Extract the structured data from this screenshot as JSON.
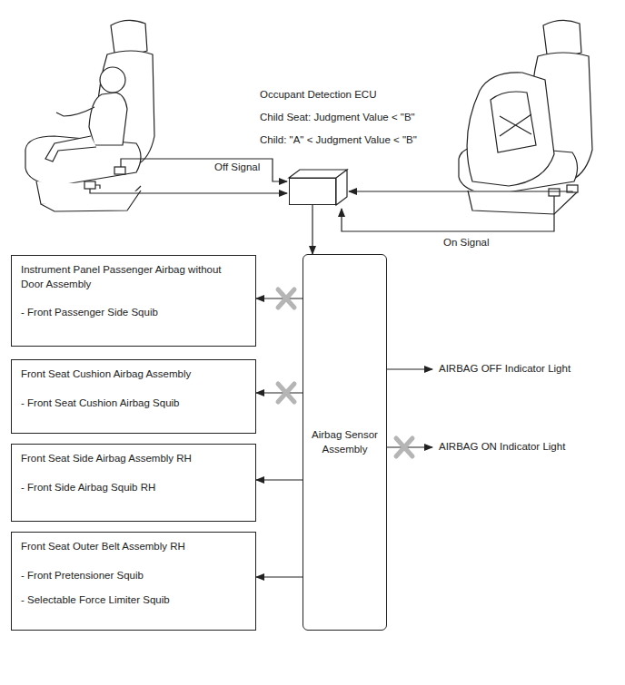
{
  "diagram": {
    "nodes": [
      {
        "text": [
          "Occupant Detection ECU",
          "Child Seat: Judgment Value < \"B\"",
          "Child: \"A\" < Judgment Value < \"B\""
        ]
      },
      {
        "text": [
          "Airbag Sensor Assembly"
        ]
      },
      {
        "text": [
          "Instrument Panel Passenger Airbag without Door Assembly",
          "- Front Passenger Side Squib"
        ]
      },
      {
        "text": [
          "Front Seat Cushion Airbag Assembly",
          "- Front Seat Cushion Airbag Squib"
        ]
      },
      {
        "text": [
          "Front Seat Side Airbag Assembly RH",
          "- Front Side Airbag Squib RH"
        ]
      },
      {
        "text": [
          "Front Seat Outer Belt Assembly RH",
          "- Front Pretensioner Squib",
          "- Selectable Force Limiter Squib"
        ]
      }
    ],
    "edges": [
      {
        "from": 0,
        "to": 1,
        "arrow": "to"
      },
      {
        "from": 1,
        "to": 2,
        "arrow": "to"
      },
      {
        "from": 1,
        "to": 3,
        "arrow": "to"
      },
      {
        "from": 1,
        "to": 4,
        "arrow": "to"
      },
      {
        "from": 1,
        "to": 5,
        "arrow": "to"
      }
    ],
    "labels": [
      "Off Signal",
      "On Signal",
      "AIRBAG OFF Indicator Light",
      "AIRBAG ON Indicator Light"
    ]
  }
}
